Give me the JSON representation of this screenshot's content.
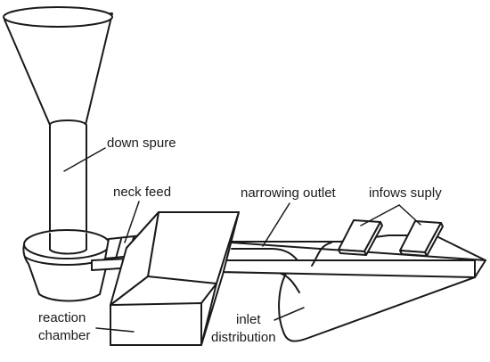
{
  "labels": {
    "down_spure": "down spure",
    "neck_feed": "neck feed",
    "narrowing_outlet": "narrowing outlet",
    "infows_suply": "infows suply",
    "reaction_line1": "reaction",
    "reaction_line2": "chamber",
    "inlet_line1": "inlet",
    "inlet_line2": "distribution"
  },
  "colors": {
    "stroke": "#1a1a1a",
    "background": "#ffffff"
  }
}
